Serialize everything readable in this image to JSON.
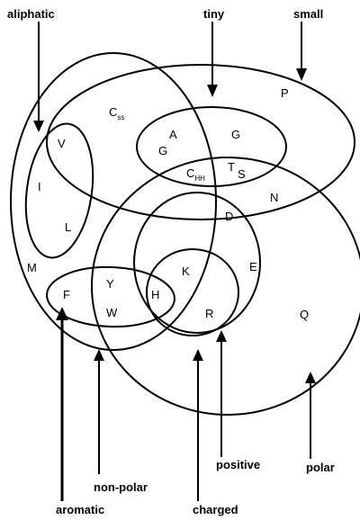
{
  "set_labels": {
    "aliphatic": "aliphatic",
    "tiny": "tiny",
    "small": "small",
    "aromatic": "aromatic",
    "non_polar": "non-polar",
    "charged": "charged",
    "positive": "positive",
    "polar": "polar"
  },
  "amino_acids": {
    "A": "A",
    "G1": "G",
    "G2": "G",
    "C": "C",
    "C_ss_sub": "ss",
    "C_hh_sub": "HH",
    "T": "T",
    "S": "S",
    "P": "P",
    "N": "N",
    "D": "D",
    "E": "E",
    "K": "K",
    "R": "R",
    "H": "H",
    "Q": "Q",
    "V": "V",
    "I": "I",
    "L": "L",
    "M": "M",
    "F": "F",
    "Y": "Y",
    "W": "W"
  }
}
